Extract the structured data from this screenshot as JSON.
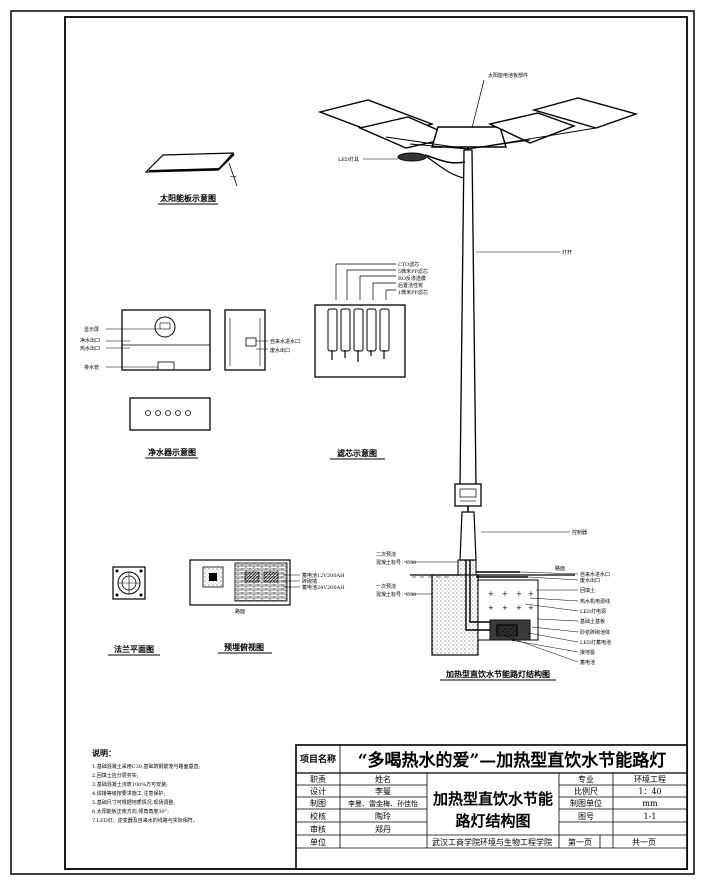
{
  "panel": {
    "label": "太阳能电池板部件",
    "caption": "太阳能板示意图"
  },
  "pole": {
    "lamp_label": "LED灯具",
    "pole_label": "灯杆",
    "controller_label": "控制器"
  },
  "filter": {
    "labels": [
      "CTO滤芯",
      "5微米PP滤芯",
      "RO反渗透膜",
      "后置活性炭",
      "1微米PP滤芯"
    ],
    "caption": "滤芯示意图"
  },
  "purifier": {
    "left_labels": [
      "显示屏",
      "净水出口",
      "热水出口",
      "排水管"
    ],
    "side_labels": [
      "自来水进水口",
      "废水出口"
    ],
    "caption": "净水器示意图"
  },
  "flange": {
    "caption": "法兰平面图"
  },
  "embed": {
    "labels": [
      "蓄电池12V200AH",
      "砖砌墙",
      "蓄电池24V200AH"
    ],
    "bottom": "路面",
    "caption": "预埋俯视图"
  },
  "section": {
    "left_labels": [
      "二次预浇",
      "混凝土标号：C30",
      "一次预浇",
      "混凝土标号：C30"
    ],
    "road": "路面",
    "right_labels": [
      "自来水进水口",
      "废水出口",
      "回填土",
      "热水机电源线",
      "LED灯电源",
      "基础土基板",
      "砂浆砖砌池体",
      "LED灯蓄电池",
      "接地极",
      "蓄电池"
    ],
    "caption": "加热型直饮水节能路灯结构图"
  },
  "notes": {
    "title": "说明：",
    "items": [
      "1.基础混凝土采用C30,基础筑钢筋笼与路面垂直;",
      "2.回填土应分层夯实;",
      "3.基础混凝土浇筑100%方可安装;",
      "4.焊接等级按要求施工,注意保护;",
      "5.基础尺寸可根据地质情况,现场调整;",
      "6.太阳能板正南方向,倾角角度30°;",
      "7.LED灯、逆变器及自来水的线路与实际相符。"
    ]
  },
  "title_block": {
    "project_label": "项目名称",
    "project_name": "“多喝热水的爱”—加热型直饮水节能路灯",
    "drawing_title": "加热型直饮水节能路灯结构图",
    "rows": [
      {
        "role": "职责",
        "name": "姓名"
      },
      {
        "role": "设计",
        "name": "李曼"
      },
      {
        "role": "制图",
        "name": "李曼、雷金梅、孙佳怡"
      },
      {
        "role": "校核",
        "name": "陶玲"
      },
      {
        "role": "审核",
        "name": "郑丹"
      },
      {
        "role": "单位",
        "name": ""
      }
    ],
    "unit_name": "武汉工商学院环境与生物工程学院",
    "specs": [
      {
        "key": "专业",
        "value": "环境工程"
      },
      {
        "key": "比例尺",
        "value": "1：40"
      },
      {
        "key": "制图单位",
        "value": "mm"
      },
      {
        "key": "图号",
        "value": "1-1"
      }
    ],
    "page_no": "第一页",
    "page_total": "共一页"
  }
}
